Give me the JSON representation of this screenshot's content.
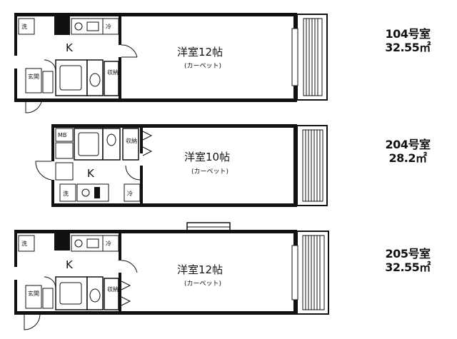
{
  "units": [
    {
      "number": "104号室",
      "area": "32.55㎡",
      "room_label": "洋室12帖",
      "room_sub": "(カーペット)",
      "kitchen_label": "K",
      "entrance_label": "玄関",
      "storage_label": "収納",
      "washer_label": "洗",
      "fridge_label": "冷"
    },
    {
      "number": "204号室",
      "area": "28.2㎡",
      "room_label": "洋室10帖",
      "room_sub": "(カーペット)",
      "kitchen_label": "K",
      "entrance_label": "MB",
      "storage_label": "収納",
      "washer_label": "洗",
      "fridge_label": "冷"
    },
    {
      "number": "205号室",
      "area": "32.55㎡",
      "room_label": "洋室12帖",
      "room_sub": "(カーペット)",
      "kitchen_label": "K",
      "entrance_label": "玄関",
      "storage_label": "収納",
      "washer_label": "洗",
      "fridge_label": "冷"
    }
  ]
}
